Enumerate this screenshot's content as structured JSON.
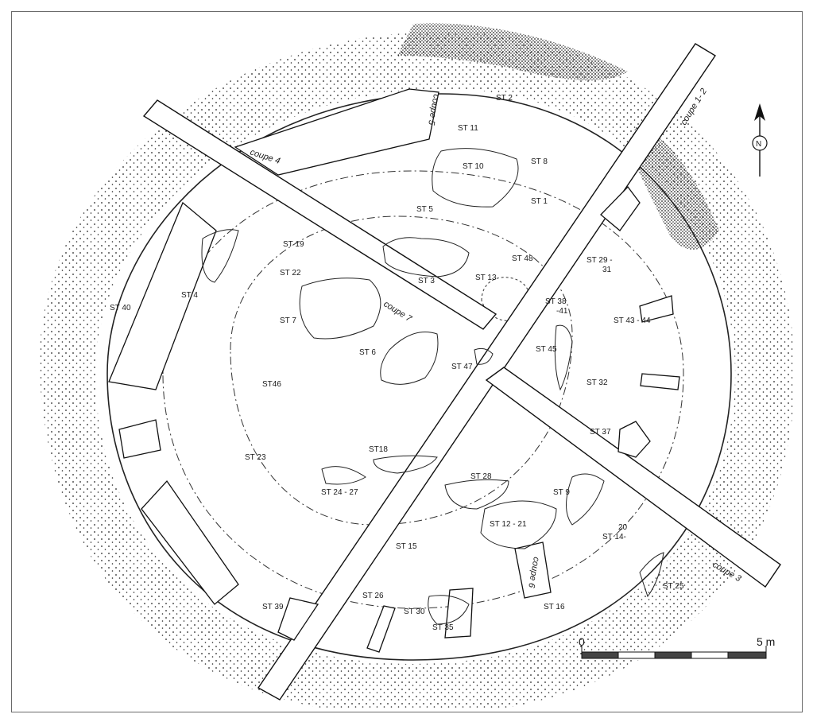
{
  "structures": [
    "ST 2",
    "ST 11",
    "ST 8",
    "ST 10",
    "ST 1",
    "ST 5",
    "ST 19",
    "ST 22",
    "ST 3",
    "ST 13",
    "ST 48",
    "ST 29 -",
    "31",
    "ST 38",
    "-41",
    "ST 4",
    "ST 40",
    "ST 7",
    "ST 6",
    "ST 47",
    "ST 45",
    "ST 43 - 44",
    "ST 32",
    "ST46",
    "ST 37",
    "ST 23",
    "ST18",
    "ST 24 - 27",
    "ST 28",
    "ST 9",
    "ST 12 - 21",
    "20",
    "ST 14-",
    "ST 15",
    "ST 26",
    "ST 30",
    "ST 35",
    "ST 16",
    "ST 39",
    "ST 25"
  ],
  "sections": [
    "coupe 4",
    "coupe 5",
    "coupe 1- 2",
    "coupe 7",
    "coupe 3",
    "coupe 6"
  ],
  "north": "N",
  "scale": {
    "start": "0",
    "end": "5 m"
  },
  "colors": {
    "ink": "#1a1a1a",
    "frame": "#6a6a6a"
  }
}
